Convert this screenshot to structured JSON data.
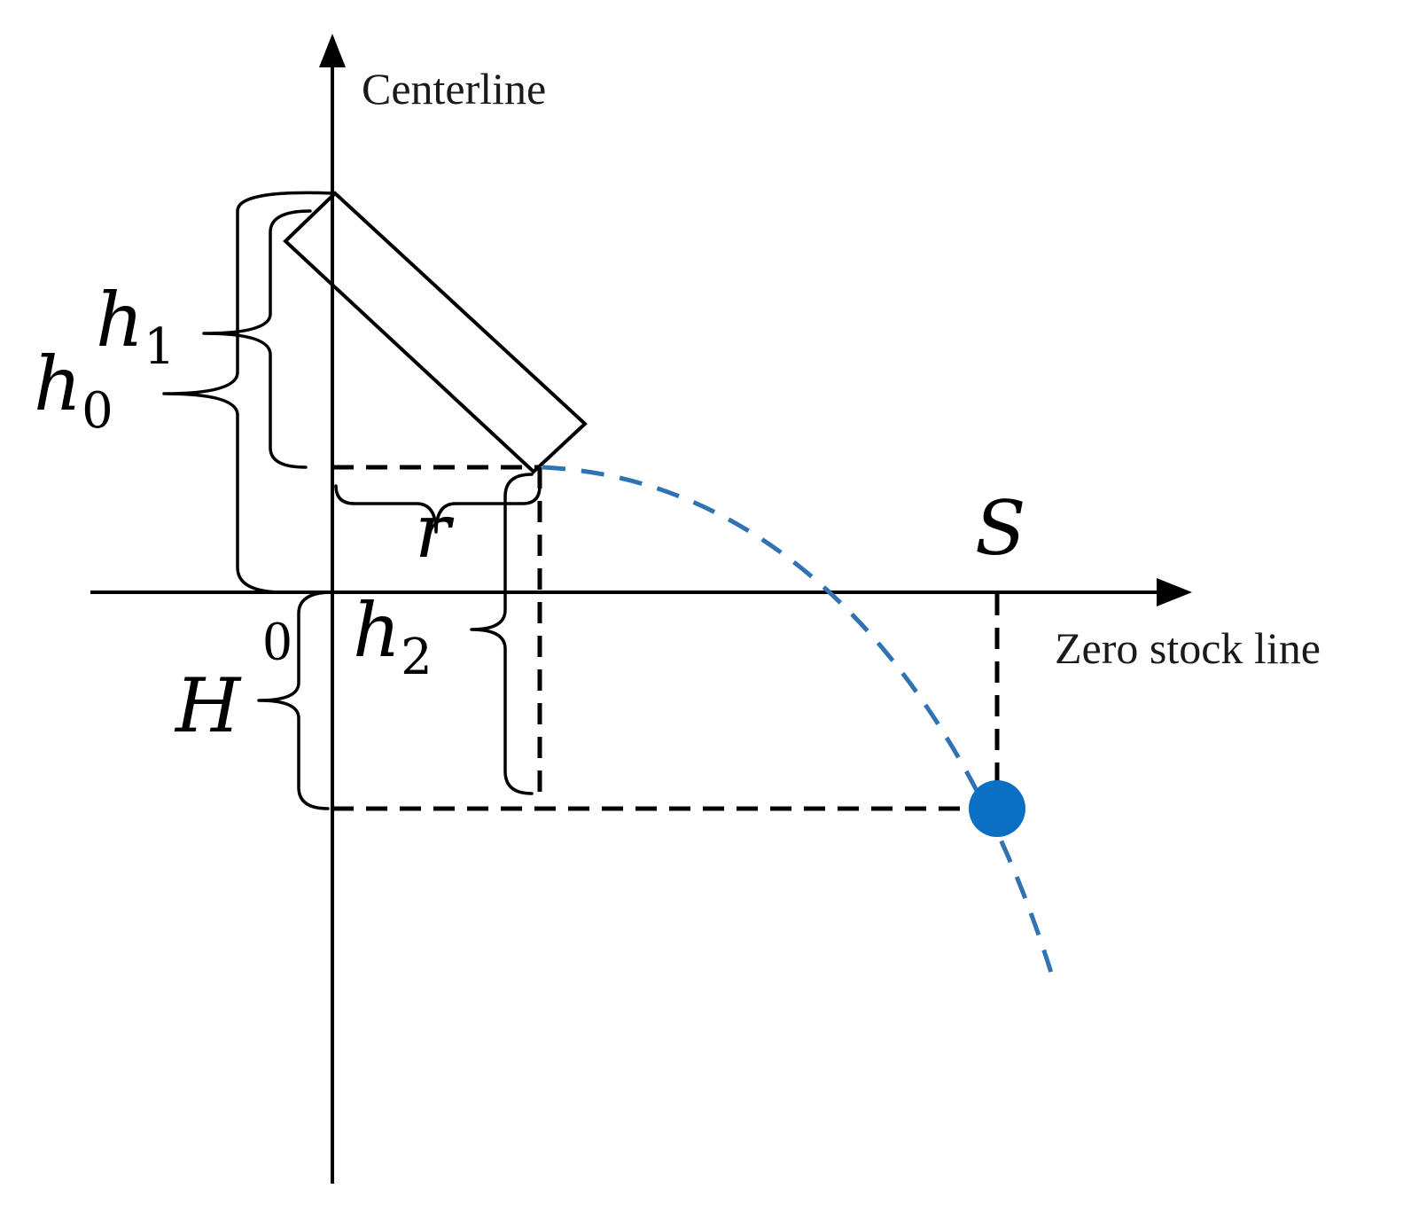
{
  "axes": {
    "vertical_label": "Centerline",
    "horizontal_label": "Zero stock line",
    "origin_label": "0"
  },
  "labels": {
    "h1": {
      "base": "h",
      "sub": "1"
    },
    "h0": {
      "base": "h",
      "sub": "0"
    },
    "h2": {
      "base": "h",
      "sub": "2"
    },
    "r": "r",
    "H": "H",
    "S": "S"
  },
  "colors": {
    "line": "#000000",
    "trajectory": "#2f73b5",
    "impact_point": "#0b6fc4"
  }
}
